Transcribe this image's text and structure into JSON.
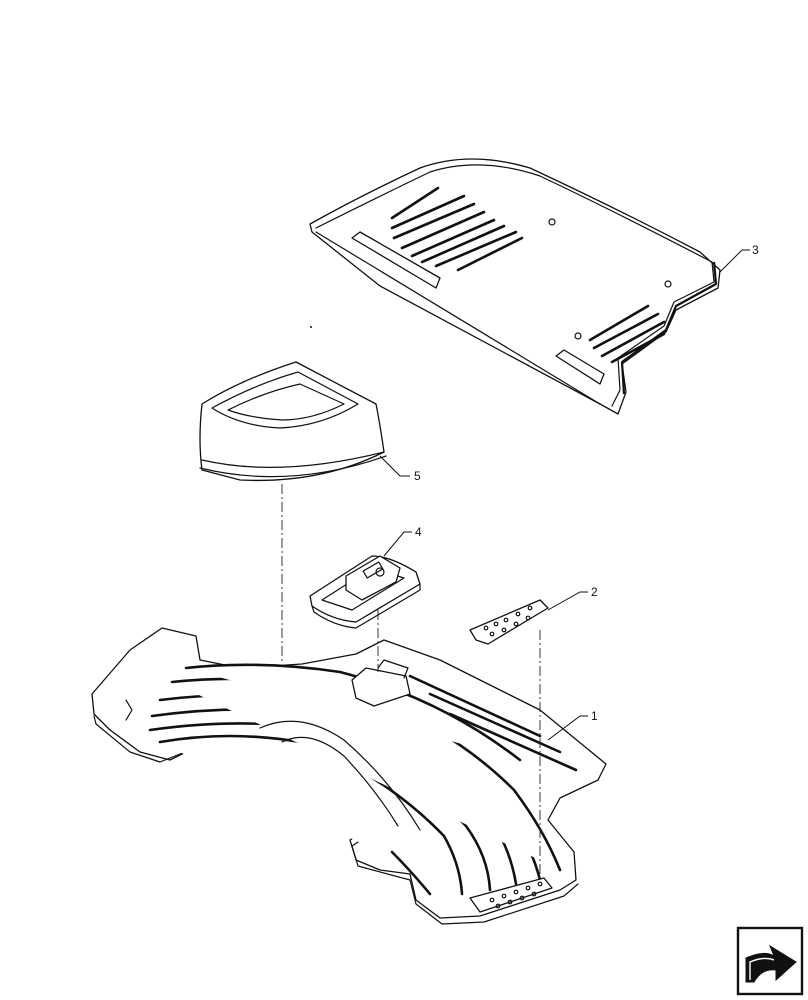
{
  "diagram": {
    "callouts": [
      {
        "id": "1",
        "label": "1",
        "part": "floor-mat"
      },
      {
        "id": "2",
        "label": "2",
        "part": "pedal-pad"
      },
      {
        "id": "3",
        "label": "3",
        "part": "rear-floor-cover"
      },
      {
        "id": "4",
        "label": "4",
        "part": "switch-plate"
      },
      {
        "id": "5",
        "label": "5",
        "part": "storage-tray"
      }
    ]
  },
  "nav": {
    "icon": "next-page-arrow-icon"
  },
  "colors": {
    "line": "#111111",
    "background": "#ffffff"
  }
}
